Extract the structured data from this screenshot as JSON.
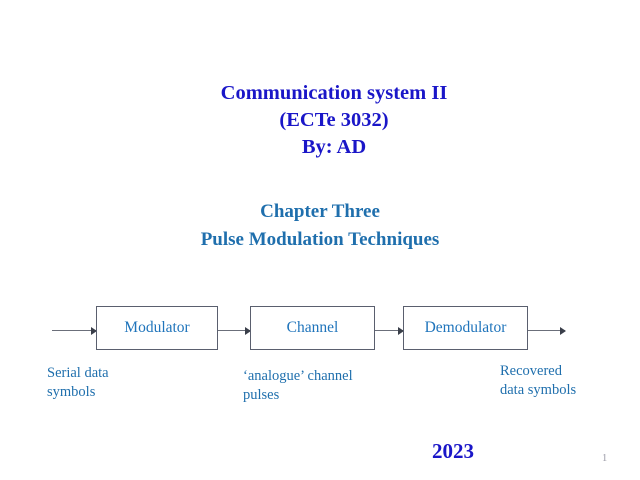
{
  "slide": {
    "background_color": "#ffffff",
    "title_color": "#1a16c8",
    "heading_color": "#1f6fad",
    "diagram_label_color": "#1f74bb",
    "box_border_color": "#5a5f6e",
    "arrow_color": "#6b6f7a",
    "page_number": "1"
  },
  "title": {
    "line1": "Communication system II",
    "line2": "(ECTe 3032)",
    "line3": "By: AD"
  },
  "chapter": {
    "line1": "Chapter Three",
    "line2": "Pulse Modulation Techniques"
  },
  "diagram": {
    "boxes": [
      {
        "label": "Modulator"
      },
      {
        "label": "Channel"
      },
      {
        "label": "Demodulator"
      }
    ],
    "captions": {
      "input_line1": "Serial data",
      "input_line2": "symbols",
      "channel_line1": "‘analogue’ channel",
      "channel_line2": "pulses",
      "output_line1": "Recovered",
      "output_line2": "data symbols"
    }
  },
  "footer": {
    "year": "2023"
  }
}
